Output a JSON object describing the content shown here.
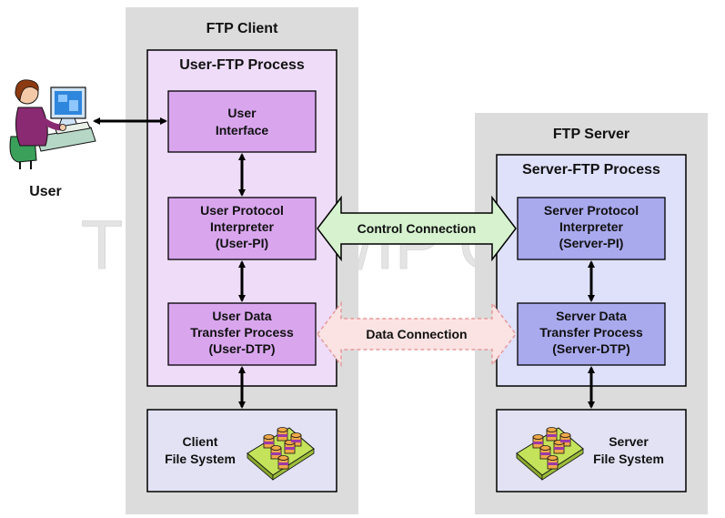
{
  "watermark": "The TCP/IP Guide",
  "user": {
    "label": "User"
  },
  "client": {
    "title": "FTP Client",
    "process_title": "User-FTP Process",
    "user_interface": [
      "User",
      "Interface"
    ],
    "user_pi": [
      "User Protocol",
      "Interpreter",
      "(User-PI)"
    ],
    "user_dtp": [
      "User Data",
      "Transfer Process",
      "(User-DTP)"
    ],
    "file_system": [
      "Client",
      "File System"
    ]
  },
  "server": {
    "title": "FTP Server",
    "process_title": "Server-FTP Process",
    "server_pi": [
      "Server Protocol",
      "Interpreter",
      "(Server-PI)"
    ],
    "server_dtp": [
      "Server Data",
      "Transfer Process",
      "(Server-DTP)"
    ],
    "file_system": [
      "Server",
      "File System"
    ]
  },
  "connections": {
    "control": "Control Connection",
    "data": "Data Connection"
  },
  "colors": {
    "panel": "#dcdcdc",
    "client_process": "#eedcf8",
    "client_box": "#d9a6ee",
    "server_process": "#dfe1fb",
    "server_box": "#a9a9ee",
    "file_system_box": "#e2e2f4",
    "control_arrow": "#d6f2cf",
    "data_arrow": "#fbe3e3"
  }
}
